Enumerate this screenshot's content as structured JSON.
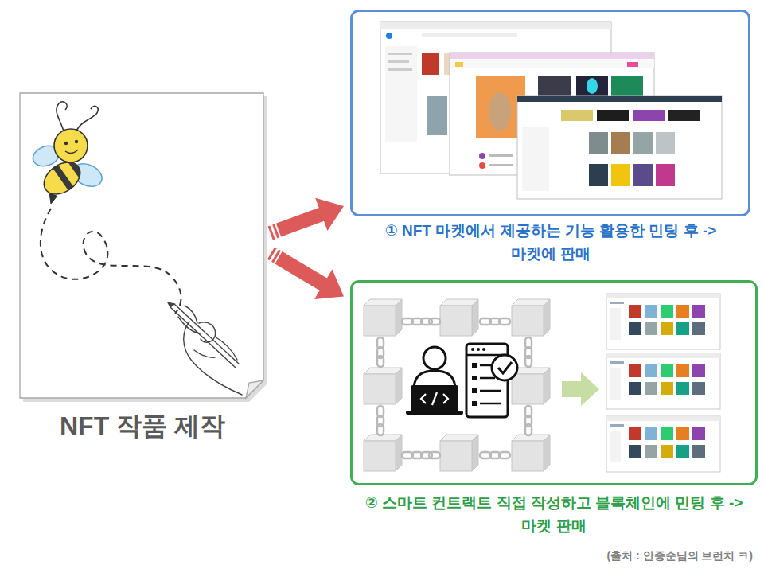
{
  "diagram": {
    "nodes": [
      {
        "text": [
          "NFT 작품 제작"
        ]
      },
      {
        "text": [
          "① NFT 마켓에서 제공하는 기능 활용한 민팅 후 -> 마켓에 판매"
        ]
      },
      {
        "text": [
          "② 스마트 컨트랙트 직접 작성하고 블록체인에 민팅 후 -> 마켓 판매"
        ]
      }
    ],
    "edges": [
      {
        "from": 0,
        "to": 1,
        "arrow": "to"
      },
      {
        "from": 0,
        "to": 2,
        "arrow": "to"
      }
    ],
    "labels": [
      "(출처 : 안종순님의 브런치 ㅋ)"
    ]
  }
}
